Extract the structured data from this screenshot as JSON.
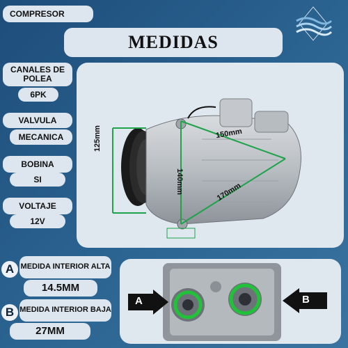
{
  "header": {
    "category_label": "COMPRESOR",
    "title": "MEDIDAS"
  },
  "logo": {
    "icon": "waves-logo-icon"
  },
  "specs": [
    {
      "label": "CANALES DE POLEA",
      "value": "6PK"
    },
    {
      "label": "VALVULA",
      "value": "MECANICA"
    },
    {
      "label": "BOBINA",
      "value": "SI"
    },
    {
      "label": "VOLTAJE",
      "value": "12V"
    }
  ],
  "dimensions": {
    "height": "125mm",
    "body_height": "140mm",
    "top_diagonal": "150mm",
    "bottom_diagonal": "170mm"
  },
  "ports": [
    {
      "letter": "A",
      "label": "MEDIDA INTERIOR ALTA",
      "value": "14.5mm"
    },
    {
      "letter": "B",
      "label": "MEDIDA INTERIOR BAJA",
      "value": "27mm"
    }
  ],
  "colors": {
    "background": "#2c6592",
    "pill": "#dde6ef",
    "dimension_lines": "#1ea34a"
  }
}
